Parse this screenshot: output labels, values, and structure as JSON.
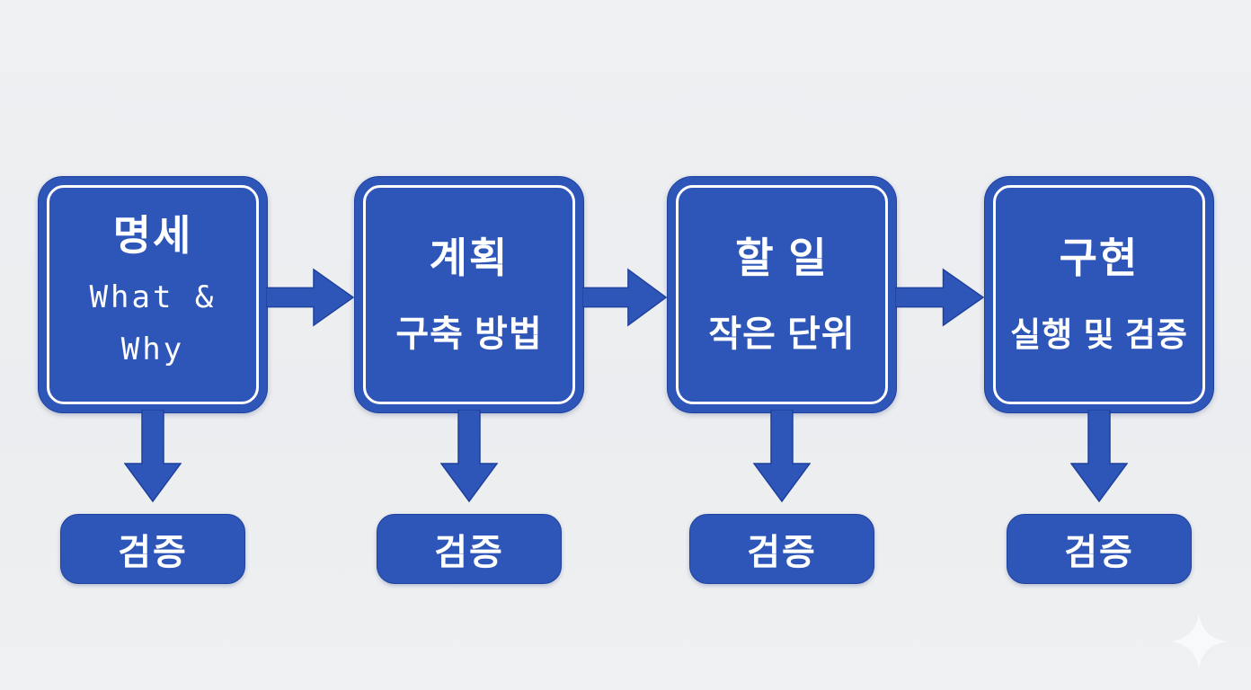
{
  "diagram": {
    "colors": {
      "background": "#edeff1",
      "box_blue": "#2e55b8",
      "box_edge": "#1f419e",
      "text": "#ffffff",
      "sparkle": "#fbfcfd"
    },
    "stages": [
      {
        "title": "명세",
        "subtitle_line1": "What &",
        "subtitle_line2": "Why",
        "verify_label": "검증"
      },
      {
        "title": "계획",
        "subtitle": "구축 방법",
        "verify_label": "검증"
      },
      {
        "title": "할 일",
        "subtitle": "작은 단위",
        "verify_label": "검증"
      },
      {
        "title": "구현",
        "subtitle": "실행 및 검증",
        "verify_label": "검증"
      }
    ],
    "icons": {
      "right_arrow": "right-arrow-icon",
      "down_arrow": "down-arrow-icon",
      "sparkle": "sparkle-icon"
    }
  }
}
